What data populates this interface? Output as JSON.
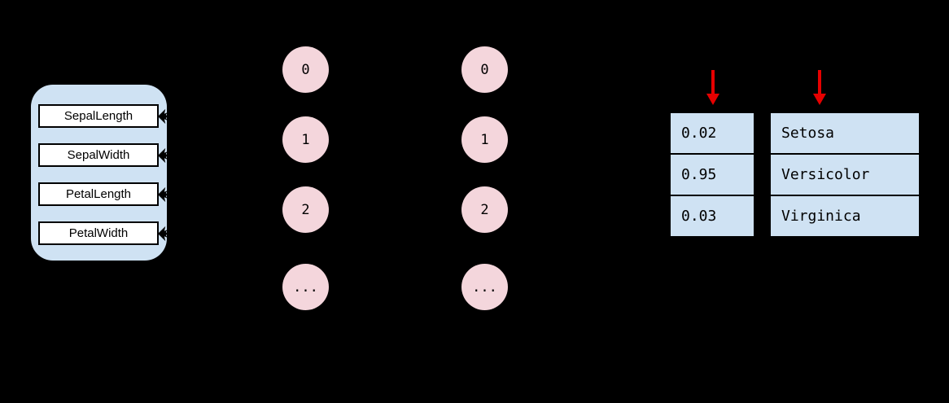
{
  "colors": {
    "background": "#000000",
    "input_group_fill": "#cfe2f3",
    "feature_box_fill": "#ffffff",
    "feature_box_border": "#000000",
    "hidden_node_fill": "#f4d6dc",
    "table_cell_fill": "#cfe2f3",
    "table_border": "#000000",
    "arrow_red": "#e60000"
  },
  "icons": {
    "converging_arrowheads": "converging-arrowheads-icon",
    "red_down_arrow": "red-down-arrow-icon"
  },
  "input_group": {
    "features": [
      "SepalLength",
      "SepalWidth",
      "PetalLength",
      "PetalWidth"
    ]
  },
  "hidden_layer_1": {
    "nodes": [
      "0",
      "1",
      "2",
      "..."
    ]
  },
  "hidden_layer_2": {
    "nodes": [
      "0",
      "1",
      "2",
      "..."
    ]
  },
  "output": {
    "probabilities": [
      "0.02",
      "0.95",
      "0.03"
    ],
    "classes": [
      "Setosa",
      "Versicolor",
      "Virginica"
    ]
  }
}
